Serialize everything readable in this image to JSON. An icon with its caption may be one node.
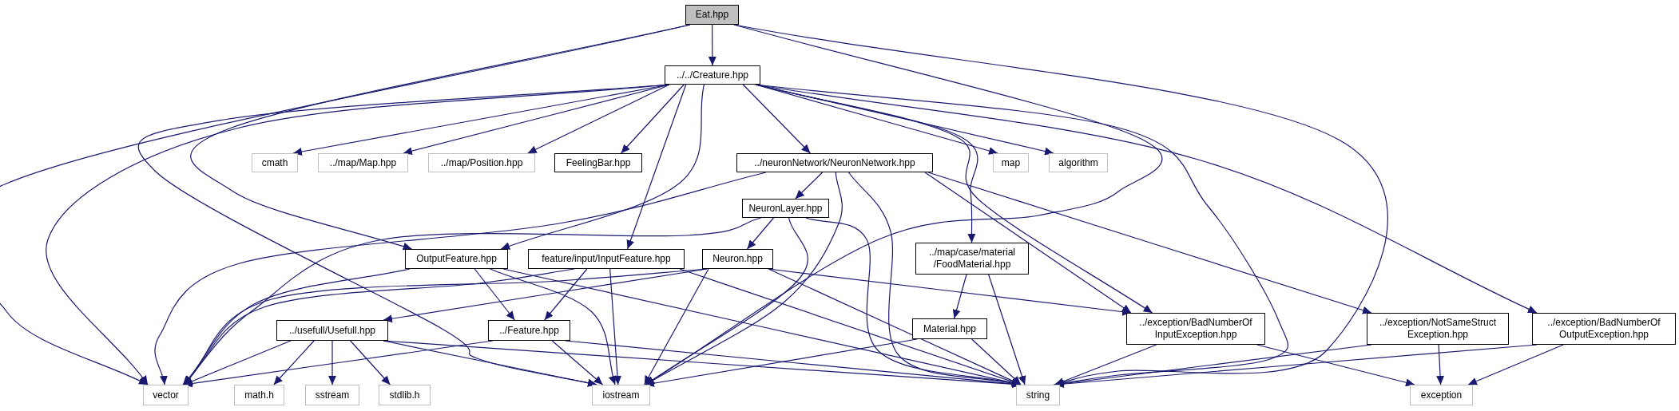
{
  "diagram": {
    "nodes": [
      {
        "text": [
          "Eat.hpp"
        ]
      },
      {
        "text": [
          "../../Creature.hpp"
        ]
      },
      {
        "text": [
          "cmath"
        ]
      },
      {
        "text": [
          "../map/Map.hpp"
        ]
      },
      {
        "text": [
          "../map/Position.hpp"
        ]
      },
      {
        "text": [
          "FeelingBar.hpp"
        ]
      },
      {
        "text": [
          "../neuronNetwork/NeuronNetwork.hpp"
        ]
      },
      {
        "text": [
          "map"
        ]
      },
      {
        "text": [
          "algorithm"
        ]
      },
      {
        "text": [
          "NeuronLayer.hpp"
        ]
      },
      {
        "text": [
          "OutputFeature.hpp"
        ]
      },
      {
        "text": [
          "feature/input/InputFeature.hpp"
        ]
      },
      {
        "text": [
          "Neuron.hpp"
        ]
      },
      {
        "text": [
          "../map/case/material /FoodMaterial.hpp"
        ]
      },
      {
        "text": [
          "../usefull/Usefull.hpp"
        ]
      },
      {
        "text": [
          "../Feature.hpp"
        ]
      },
      {
        "text": [
          "Material.hpp"
        ]
      },
      {
        "text": [
          "../exception/BadNumberOf InputException.hpp"
        ]
      },
      {
        "text": [
          "../exception/NotSameStruct Exception.hpp"
        ]
      },
      {
        "text": [
          "../exception/BadNumberOf OutputException.hpp"
        ]
      },
      {
        "text": [
          "vector"
        ]
      },
      {
        "text": [
          "math.h"
        ]
      },
      {
        "text": [
          "sstream"
        ]
      },
      {
        "text": [
          "stdlib.h"
        ]
      },
      {
        "text": [
          "iostream"
        ]
      },
      {
        "text": [
          "string"
        ]
      },
      {
        "text": [
          "exception"
        ]
      }
    ],
    "edges": [
      {
        "from": 0,
        "to": 1,
        "arrow": "to"
      },
      {
        "from": 0,
        "to": 20,
        "arrow": "to"
      },
      {
        "from": 0,
        "to": 10,
        "arrow": "to"
      },
      {
        "from": 0,
        "to": 24,
        "arrow": "to"
      },
      {
        "from": 0,
        "to": 25,
        "arrow": "to"
      },
      {
        "from": 1,
        "to": 2,
        "arrow": "to"
      },
      {
        "from": 1,
        "to": 3,
        "arrow": "to"
      },
      {
        "from": 1,
        "to": 4,
        "arrow": "to"
      },
      {
        "from": 1,
        "to": 5,
        "arrow": "to"
      },
      {
        "from": 1,
        "to": 6,
        "arrow": "to"
      },
      {
        "from": 1,
        "to": 7,
        "arrow": "to"
      },
      {
        "from": 1,
        "to": 8,
        "arrow": "to"
      },
      {
        "from": 1,
        "to": 20,
        "arrow": "to"
      },
      {
        "from": 1,
        "to": 24,
        "arrow": "to"
      },
      {
        "from": 1,
        "to": 10,
        "arrow": "to"
      },
      {
        "from": 1,
        "to": 11,
        "arrow": "to"
      },
      {
        "from": 1,
        "to": 13,
        "arrow": "to"
      },
      {
        "from": 1,
        "to": 17,
        "arrow": "to"
      },
      {
        "from": 1,
        "to": 25,
        "arrow": "to"
      },
      {
        "from": 1,
        "to": 19,
        "arrow": "to"
      },
      {
        "from": 6,
        "to": 9,
        "arrow": "to"
      },
      {
        "from": 6,
        "to": 20,
        "arrow": "to"
      },
      {
        "from": 6,
        "to": 24,
        "arrow": "to"
      },
      {
        "from": 6,
        "to": 25,
        "arrow": "to"
      },
      {
        "from": 6,
        "to": 17,
        "arrow": "to"
      },
      {
        "from": 6,
        "to": 18,
        "arrow": "to"
      },
      {
        "from": 9,
        "to": 12,
        "arrow": "to"
      },
      {
        "from": 9,
        "to": 20,
        "arrow": "to"
      },
      {
        "from": 9,
        "to": 24,
        "arrow": "to"
      },
      {
        "from": 9,
        "to": 25,
        "arrow": "to"
      },
      {
        "from": 10,
        "to": 20,
        "arrow": "to"
      },
      {
        "from": 10,
        "to": 15,
        "arrow": "to"
      },
      {
        "from": 10,
        "to": 24,
        "arrow": "to"
      },
      {
        "from": 10,
        "to": 25,
        "arrow": "to"
      },
      {
        "from": 11,
        "to": 20,
        "arrow": "to"
      },
      {
        "from": 11,
        "to": 15,
        "arrow": "to"
      },
      {
        "from": 11,
        "to": 24,
        "arrow": "to"
      },
      {
        "from": 11,
        "to": 25,
        "arrow": "to"
      },
      {
        "from": 12,
        "to": 20,
        "arrow": "to"
      },
      {
        "from": 12,
        "to": 14,
        "arrow": "to"
      },
      {
        "from": 12,
        "to": 24,
        "arrow": "to"
      },
      {
        "from": 12,
        "to": 25,
        "arrow": "to"
      },
      {
        "from": 12,
        "to": 17,
        "arrow": "to"
      },
      {
        "from": 13,
        "to": 16,
        "arrow": "to"
      },
      {
        "from": 13,
        "to": 25,
        "arrow": "to"
      },
      {
        "from": 14,
        "to": 20,
        "arrow": "to"
      },
      {
        "from": 14,
        "to": 21,
        "arrow": "to"
      },
      {
        "from": 14,
        "to": 22,
        "arrow": "to"
      },
      {
        "from": 14,
        "to": 23,
        "arrow": "to"
      },
      {
        "from": 14,
        "to": 24,
        "arrow": "to"
      },
      {
        "from": 14,
        "to": 25,
        "arrow": "to"
      },
      {
        "from": 15,
        "to": 20,
        "arrow": "to"
      },
      {
        "from": 15,
        "to": 24,
        "arrow": "to"
      },
      {
        "from": 15,
        "to": 25,
        "arrow": "to"
      },
      {
        "from": 16,
        "to": 24,
        "arrow": "to"
      },
      {
        "from": 16,
        "to": 25,
        "arrow": "to"
      },
      {
        "from": 17,
        "to": 25,
        "arrow": "to"
      },
      {
        "from": 17,
        "to": 26,
        "arrow": "to"
      },
      {
        "from": 18,
        "to": 25,
        "arrow": "to"
      },
      {
        "from": 18,
        "to": 26,
        "arrow": "to"
      },
      {
        "from": 19,
        "to": 25,
        "arrow": "to"
      },
      {
        "from": 19,
        "to": 26,
        "arrow": "to"
      }
    ]
  }
}
